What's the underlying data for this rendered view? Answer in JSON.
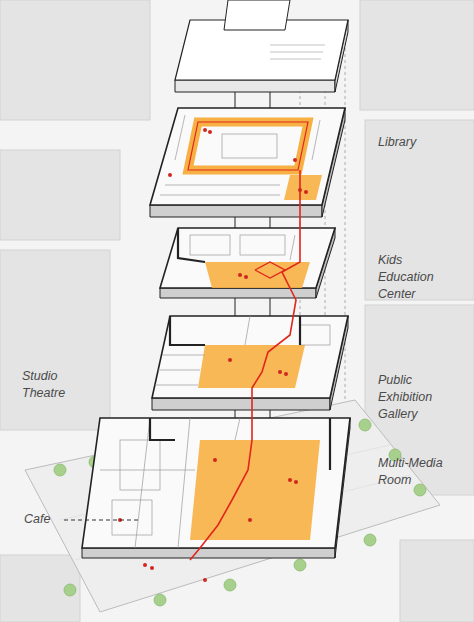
{
  "diagram": {
    "labels": [
      "Library",
      "Kids Education Center",
      "Studio Theatre",
      "Public Exhibition Gallery",
      "Multi-Media Room",
      "Cafe"
    ]
  }
}
